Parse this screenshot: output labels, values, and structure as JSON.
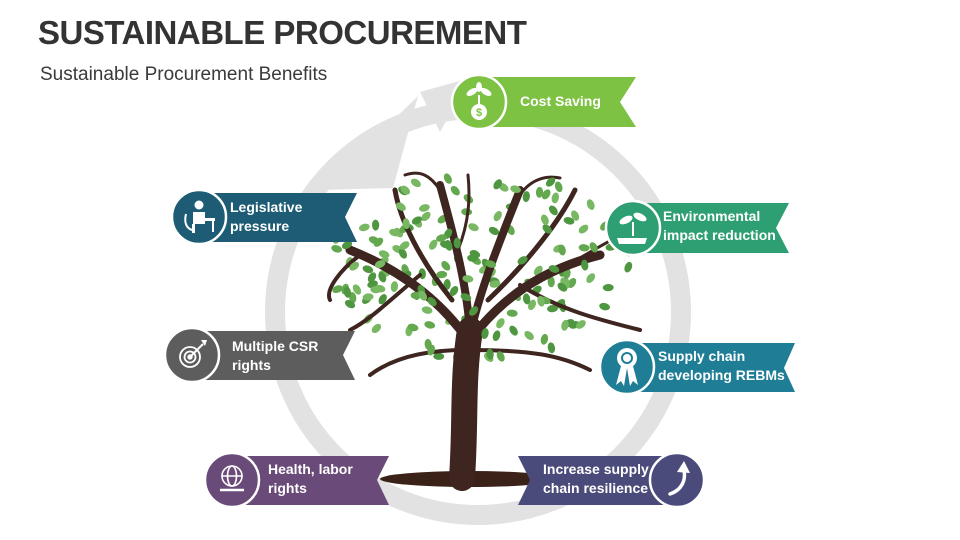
{
  "header": {
    "title": "SUSTAINABLE PROCUREMENT",
    "subtitle": "Sustainable Procurement Benefits"
  },
  "colors": {
    "cost_saving": "#7dc242",
    "environmental": "#2e9f72",
    "supply_chain": "#1f7e96",
    "resilience": "#4a4b7a",
    "health": "#6a4a78",
    "csr": "#5d5d5d",
    "legislative": "#1d5c74",
    "leaf": "#5ea24a",
    "trunk": "#3e2520",
    "cycle_arrow": "#e0e0e0"
  },
  "items": [
    {
      "label": "Cost Saving",
      "icon": "money-plant-icon"
    },
    {
      "label": "Environmental impact reduction",
      "line1": "Environmental",
      "line2": "impact reduction",
      "icon": "hand-sprout-icon"
    },
    {
      "label": "Supply chain developing REBMs",
      "line1": "Supply chain",
      "line2": "developing REBMs",
      "icon": "award-ribbon-icon"
    },
    {
      "label": "Increase supply chain resilience",
      "line1": "Increase supply",
      "line2": "chain resilience",
      "icon": "curved-arrow-up-icon"
    },
    {
      "label": "Health, labor rights",
      "line1": "Health, labor",
      "line2": "rights",
      "icon": "globe-hand-icon"
    },
    {
      "label": "Multiple CSR rights",
      "line1": "Multiple CSR",
      "line2": "rights",
      "icon": "target-dart-icon"
    },
    {
      "label": "Legislative pressure",
      "line1": "Legislative",
      "line2": "pressure",
      "icon": "person-at-desk-icon"
    }
  ]
}
